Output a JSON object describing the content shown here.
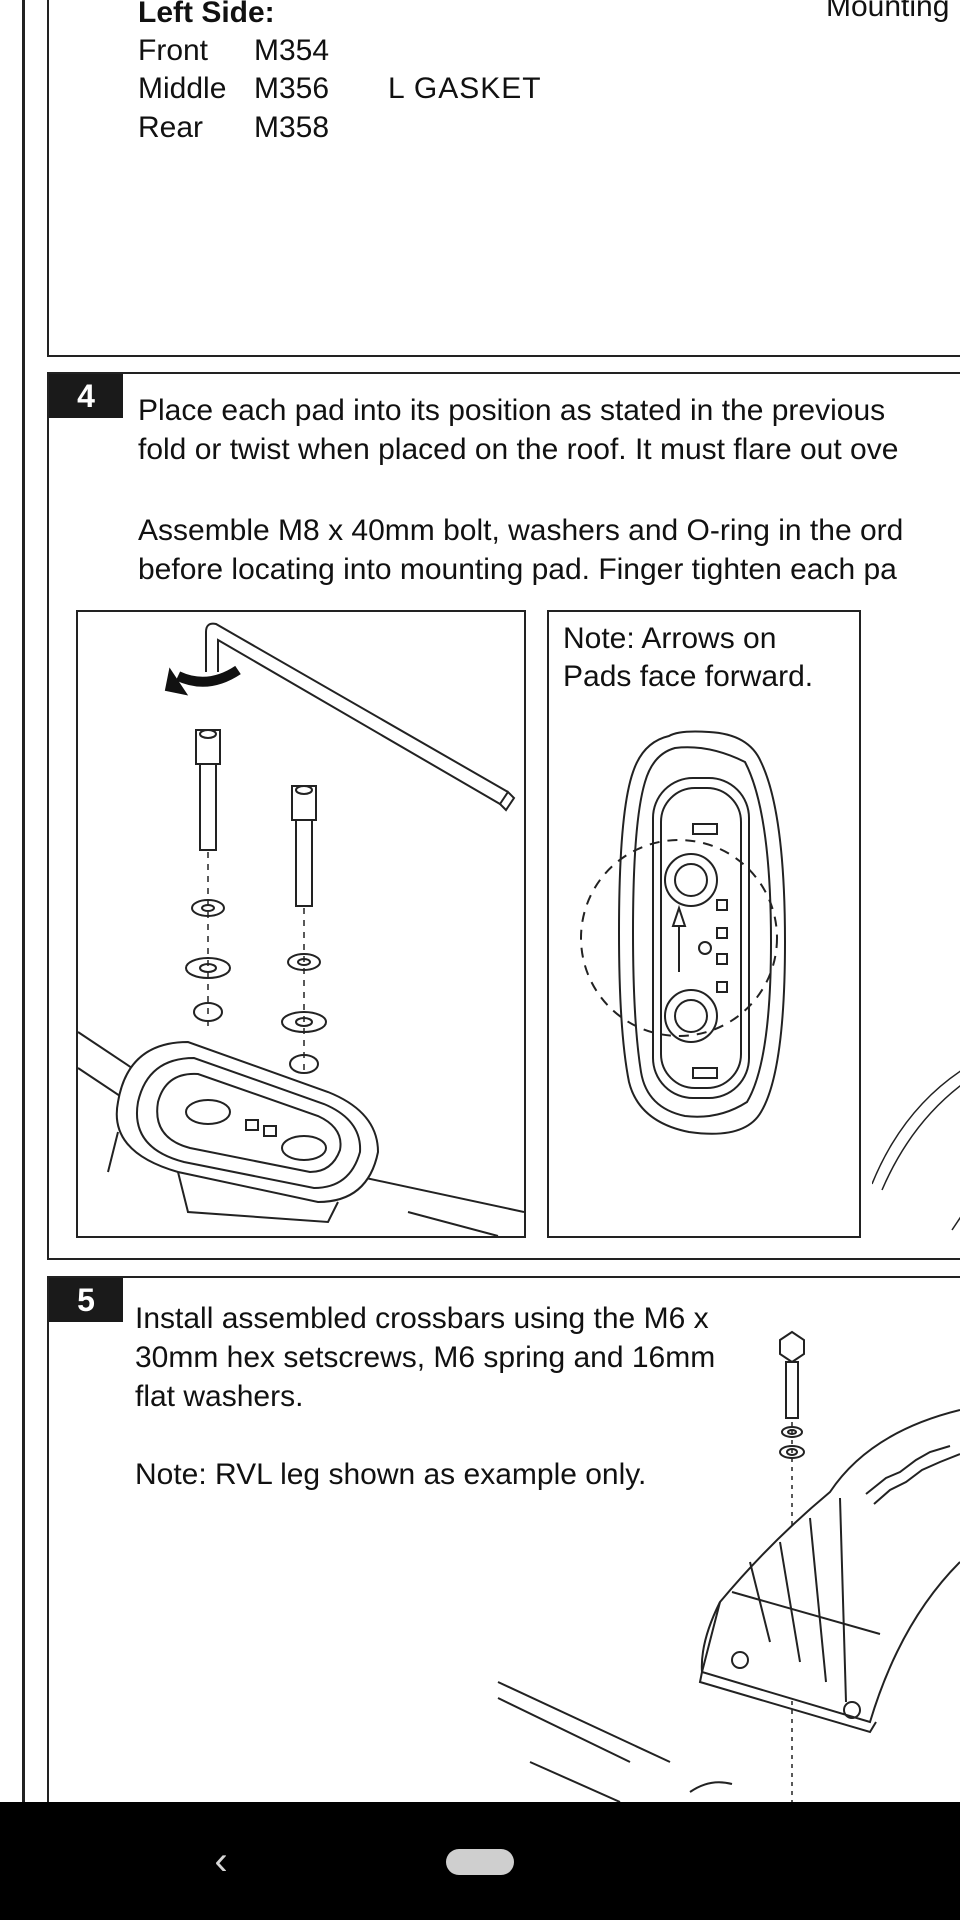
{
  "section3": {
    "side_label": "Left Side:",
    "top_right_fragment": "Mounting",
    "rows": [
      {
        "position": "Front",
        "code": "M354",
        "part": ""
      },
      {
        "position": "Middle",
        "code": "M356",
        "part": "L GASKET"
      },
      {
        "position": "Rear",
        "code": "M358",
        "part": ""
      }
    ]
  },
  "section4": {
    "number": "4",
    "para1_line1": "Place each pad into its position as stated in the previous",
    "para1_line2": "fold or twist when placed on the roof. It must flare out ove",
    "para2_line1": "Assemble M8 x 40mm bolt, washers and O-ring in the ord",
    "para2_line2": "before locating into mounting pad. Finger tighten each pa",
    "note_line1": "Note: Arrows on",
    "note_line2": "Pads face forward."
  },
  "section5": {
    "number": "5",
    "line1": "Install assembled crossbars using the M6 x",
    "line2": "30mm hex setscrews, M6 spring and 16mm",
    "line3": "flat washers.",
    "note": "Note: RVL leg shown as example only."
  },
  "navbar": {
    "back_icon": "chevron-left-icon",
    "home_icon": "home-pill-icon"
  }
}
